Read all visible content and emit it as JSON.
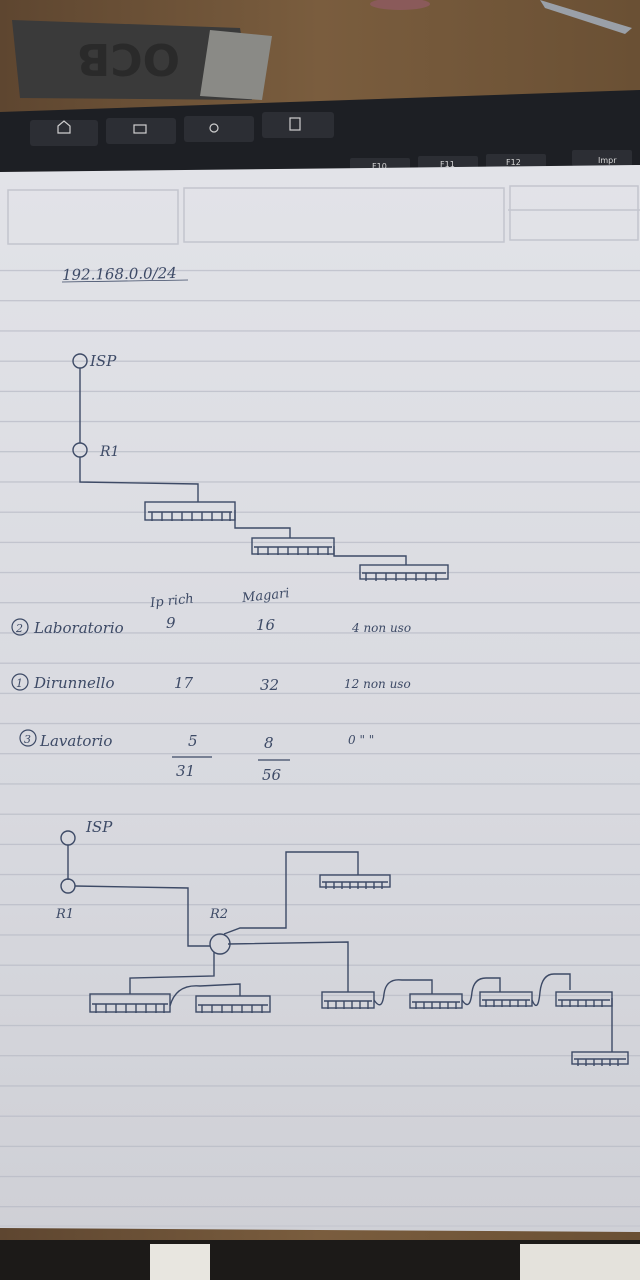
{
  "keyboard": {
    "function_keys": [
      "F10",
      "F11",
      "F12",
      "Impr"
    ]
  },
  "notebook": {
    "network_address": "192.168.0.0/24",
    "diagram1": {
      "isp_label": "ISP",
      "router_label": "R1"
    },
    "table": {
      "headers": [
        "Ip rich",
        "Magari"
      ],
      "rows": [
        {
          "index": "2",
          "name": "Laboratorio",
          "ip": "9",
          "magari": "16",
          "note": "4 non uso"
        },
        {
          "index": "1",
          "name": "Dirunnello",
          "ip": "17",
          "magari": "32",
          "note": "12 non uso"
        },
        {
          "index": "3",
          "name": "Lavatorio",
          "ip": "5",
          "magari": "8",
          "note": "0  \"  \""
        }
      ],
      "totals": {
        "ip": "31",
        "magari": "56"
      }
    },
    "diagram2": {
      "isp_label": "ISP",
      "router1_label": "R1",
      "router2_label": "R2"
    }
  },
  "colors": {
    "paper": "#dcdde3",
    "ink": "#3d4a66",
    "rule": "#b9bcc6",
    "desk": "#6b5338"
  }
}
